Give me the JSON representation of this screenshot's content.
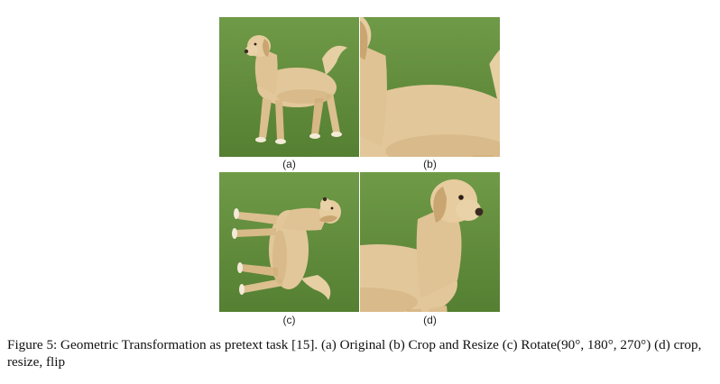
{
  "figure": {
    "panels": [
      {
        "label": "(a)"
      },
      {
        "label": "(b)"
      },
      {
        "label": "(c)"
      },
      {
        "label": "(d)"
      }
    ],
    "caption": "Figure 5: Geometric Transformation as pretext task [15]. (a) Original (b) Crop and Resize (c) Rotate(90°, 180°, 270°) (d) crop, resize, flip",
    "colors": {
      "grass": "#5f8a3a",
      "grass_light": "#7ea356",
      "dog": "#e2c79a",
      "dog_shadow": "#c9a571"
    }
  }
}
